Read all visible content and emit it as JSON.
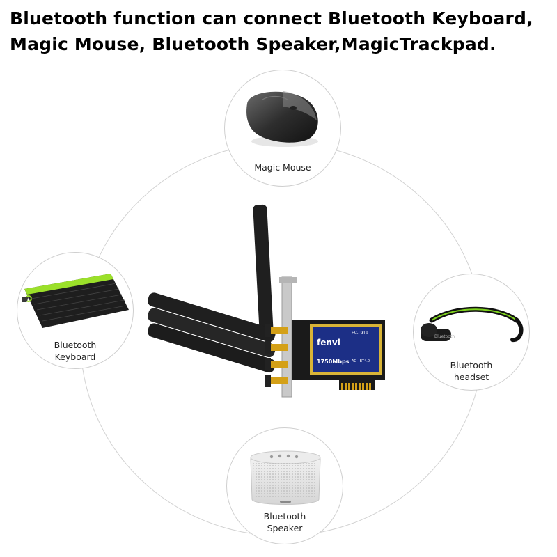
{
  "headline": {
    "line1": "Bluetooth function can connect Bluetooth Keyboard,",
    "line2": "Magic Mouse, Bluetooth Speaker,MagicTrackpad."
  },
  "devices": {
    "mouse": {
      "label_line1": "Magic Mouse",
      "label_line2": ""
    },
    "keyboard": {
      "label_line1": "Bluetooth",
      "label_line2": "Keyboard"
    },
    "headset": {
      "label_line1": "Bluetooth",
      "label_line2": "headset"
    },
    "speaker": {
      "label_line1": "Bluetooth",
      "label_line2": "Speaker"
    }
  },
  "card": {
    "brand": "fenvi",
    "model": "FV-T919",
    "speed": "1750Mbps",
    "standard": "AC · BT4.0"
  },
  "colors": {
    "accent_green": "#9be02a",
    "card_blue": "#1c2f86",
    "card_gold": "#d9b437",
    "antenna": "#1f1f1f",
    "ring": "#d2d2d2"
  }
}
